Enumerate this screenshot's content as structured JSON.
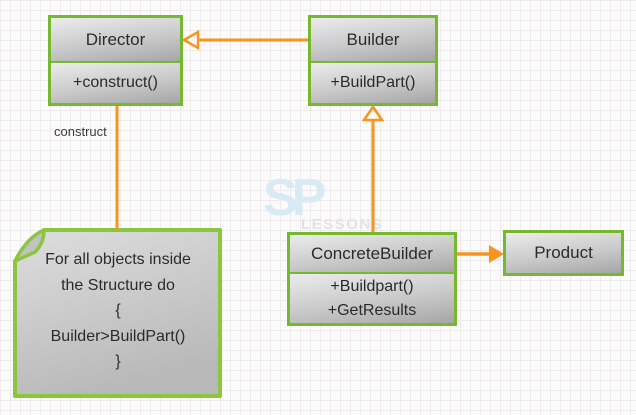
{
  "watermark": {
    "logo": "SP",
    "brand": "LESSONS"
  },
  "classes": {
    "director": {
      "name": "Director",
      "member1": "+construct()"
    },
    "builder": {
      "name": "Builder",
      "member1": "+BuildPart()"
    },
    "concrete_builder": {
      "name": "ConcreteBuilder",
      "member1": "+Buildpart()",
      "member2": "+GetResults"
    },
    "product": {
      "name": "Product"
    }
  },
  "note": {
    "line1": "For all objects inside",
    "line2": "the Structure do",
    "line3": "{",
    "line4": "Builder>BuildPart()",
    "line5": "}"
  },
  "edge_labels": {
    "construct": "construct"
  },
  "colors": {
    "class_border_green": "#76b82e",
    "note_border_green": "#8cc63f",
    "connector_orange": "#f7941e",
    "box_fill_top": "#ececec",
    "box_fill_bottom": "#a6a6a6",
    "watermark_blue": "#d8eaf3",
    "watermark_gray": "#e4e2e2"
  }
}
